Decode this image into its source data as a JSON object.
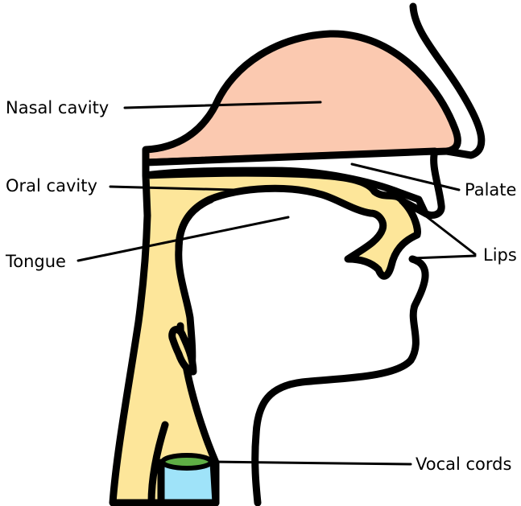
{
  "labels": {
    "nasal_cavity": "Nasal cavity",
    "oral_cavity": "Oral cavity",
    "tongue": "Tongue",
    "palate": "Palate",
    "lips": "Lips",
    "vocal_cords": "Vocal cords"
  },
  "colors": {
    "nasal_fill": "#fbc9b0",
    "tract_fill": "#fde69a",
    "trachea_fill": "#9fe3f9",
    "vocal_cord_fill": "#5fae45",
    "outline": "#000000",
    "background": "#ffffff"
  }
}
